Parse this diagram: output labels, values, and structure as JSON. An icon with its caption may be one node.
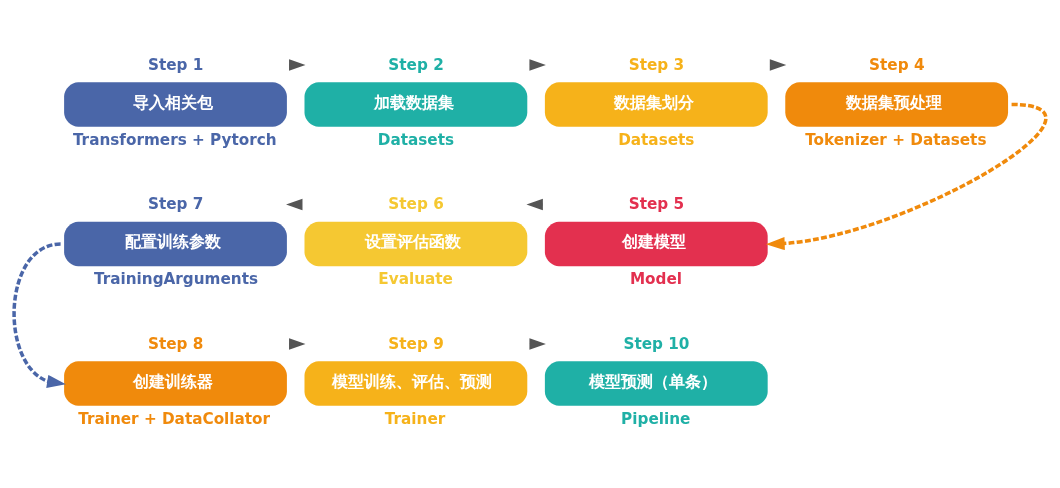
{
  "diagram": {
    "nodes": [
      {
        "text": [
          "Step 1",
          "导入相关包"
        ],
        "beside": [
          "Transformers + Pytorch"
        ]
      },
      {
        "text": [
          "Step 2",
          "加载数据集"
        ],
        "beside": [
          "Datasets"
        ]
      },
      {
        "text": [
          "Step 3",
          "数据集划分"
        ],
        "beside": [
          "Datasets"
        ]
      },
      {
        "text": [
          "Step 4",
          "数据集预处理"
        ],
        "beside": [
          "Tokenizer + Datasets"
        ]
      },
      {
        "text": [
          "Step 5",
          "创建模型"
        ],
        "beside": [
          "Model"
        ]
      },
      {
        "text": [
          "Step 6",
          "设置评估函数"
        ],
        "beside": [
          "Evaluate"
        ]
      },
      {
        "text": [
          "Step 7",
          "配置训练参数"
        ],
        "beside": [
          "TrainingArguments"
        ]
      },
      {
        "text": [
          "Step 8",
          "创建训练器"
        ],
        "beside": [
          "Trainer + DataCollator"
        ]
      },
      {
        "text": [
          "Step 9",
          "模型训练、评估、预测"
        ],
        "beside": [
          "Trainer"
        ]
      },
      {
        "text": [
          "Step 10",
          "模型预测（单条）"
        ],
        "beside": [
          "Pipeline"
        ]
      }
    ],
    "edges": [
      {
        "from": 0,
        "to": 1,
        "arrow": "to"
      },
      {
        "from": 1,
        "to": 2,
        "arrow": "to"
      },
      {
        "from": 2,
        "to": 3,
        "arrow": "to"
      },
      {
        "from": 3,
        "to": 4,
        "arrow": "to",
        "style": "dashed",
        "color": "#f08a0c"
      },
      {
        "from": 4,
        "to": 5,
        "arrow": "to"
      },
      {
        "from": 5,
        "to": 6,
        "arrow": "to"
      },
      {
        "from": 6,
        "to": 7,
        "arrow": "to",
        "style": "dashed",
        "color": "#4a66a8"
      },
      {
        "from": 7,
        "to": 8,
        "arrow": "to"
      },
      {
        "from": 8,
        "to": 9,
        "arrow": "to"
      }
    ]
  }
}
